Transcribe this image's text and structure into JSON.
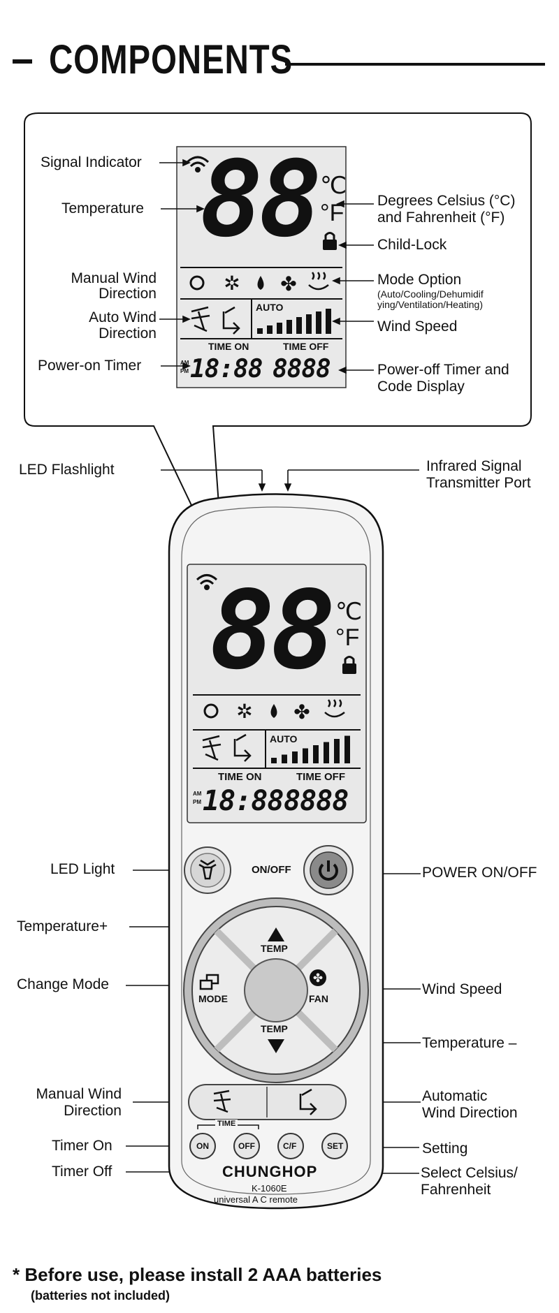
{
  "header": {
    "dash": "–",
    "title": "COMPONENTS"
  },
  "callouts": {
    "signal_indicator": "Signal Indicator",
    "temperature": "Temperature",
    "degrees_line1": "Degrees Celsius (°C)",
    "degrees_line2": "and Fahrenheit (°F)",
    "child_lock": "Child-Lock",
    "manual_wind_line1": "Manual Wind",
    "manual_wind_line2": "Direction",
    "mode_option": "Mode Option",
    "mode_option_sub1": "(Auto/Cooling/Dehumidif",
    "mode_option_sub2": "ying/Ventilation/Heating)",
    "auto_wind_line1": "Auto Wind",
    "auto_wind_line2": "Direction",
    "wind_speed": "Wind Speed",
    "power_on_timer": "Power-on Timer",
    "power_off_line1": "Power-off Timer and",
    "power_off_line2": "Code Display",
    "led_flashlight": "LED Flashlight",
    "infrared_line1": "Infrared Signal",
    "infrared_line2": "Transmitter Port",
    "led_light": "LED Light",
    "power_on_off": "POWER ON/OFF",
    "temperature_plus": "Temperature+",
    "change_mode": "Change Mode",
    "wind_speed_btn": "Wind Speed",
    "temperature_minus": "Temperature –",
    "manual_wind_btn_line1": "Manual Wind",
    "manual_wind_btn_line2": "Direction",
    "automatic_wind_line1": "Automatic",
    "automatic_wind_line2": "Wind Direction",
    "timer_on": "Timer On",
    "timer_off": "Timer Off",
    "setting": "Setting",
    "select_cf_line1": "Select Celsius/",
    "select_cf_line2": "Fahrenheit"
  },
  "lcd": {
    "digits": "88",
    "celsius": "℃",
    "fahrenheit": "°F",
    "auto": "AUTO",
    "time_on": "TIME ON",
    "time_off": "TIME OFF",
    "am": "AM",
    "pm": "PM",
    "clock": "18:88",
    "code": "8888"
  },
  "remote": {
    "on_off": "ON/OFF",
    "temp_up": "TEMP",
    "temp_down": "TEMP",
    "mode": "MODE",
    "fan": "FAN",
    "time": "TIME",
    "on": "ON",
    "off": "OFF",
    "cf": "C/F",
    "set": "SET",
    "brand": "CHUNGHOP",
    "model": "K-1060E",
    "tagline": "universal A C remote"
  },
  "footer": {
    "line1": "* Before use, please install 2 AAA batteries",
    "line2": "(batteries not included)"
  },
  "colors": {
    "ink": "#111111",
    "remote_body": "#f4f4f4",
    "lcd_bg": "#e8e8e8",
    "ring": "#bdbdbd"
  }
}
